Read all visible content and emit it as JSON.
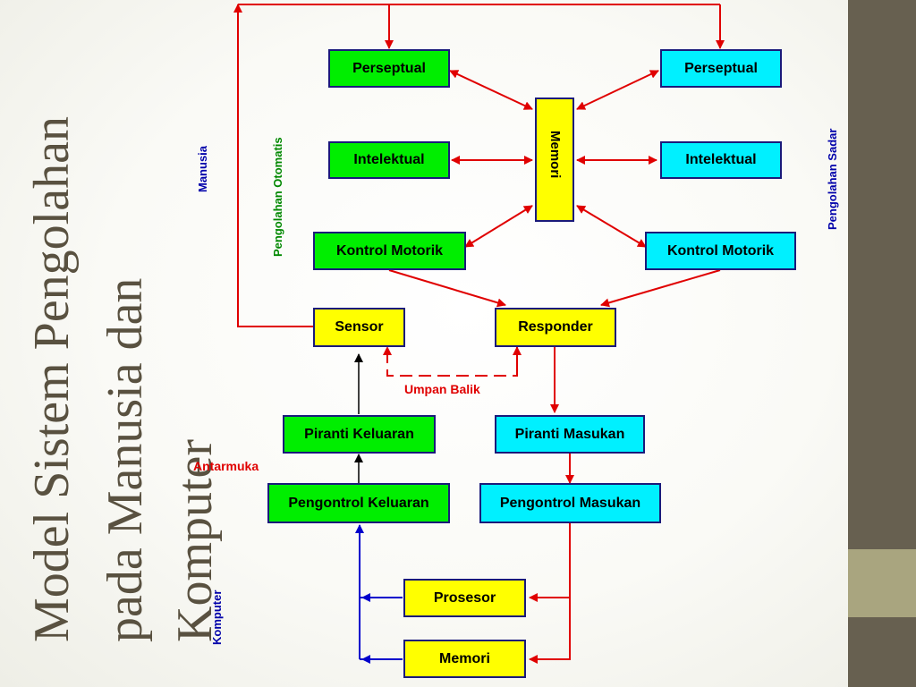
{
  "title": {
    "line1": "Model Sistem Pengolahan",
    "line2": "pada Manusia dan",
    "line3": "Komputer"
  },
  "labels": {
    "manusia": "Manusia",
    "pengolahan_otomatis": "Pengolahan Otomatis",
    "pengolahan_sadar": "Pengolahan Sadar",
    "umpan_balik": "Umpan Balik",
    "antarmuka": "Antarmuka",
    "komputer": "Komputer"
  },
  "nodes": {
    "perseptual_left": "Perseptual",
    "perseptual_right": "Perseptual",
    "intelektual_left": "Intelektual",
    "intelektual_right": "Intelektual",
    "kontrol_motorik_left": "Kontrol Motorik",
    "kontrol_motorik_right": "Kontrol Motorik",
    "memori_center": "Memori",
    "sensor": "Sensor",
    "responder": "Responder",
    "piranti_keluaran": "Piranti Keluaran",
    "piranti_masukan": "Piranti Masukan",
    "pengontrol_keluaran": "Pengontrol Keluaran",
    "pengontrol_masukan": "Pengontrol Masukan",
    "prosesor": "Prosesor",
    "memori_bottom": "Memori"
  },
  "colors": {
    "green": "#00ee00",
    "cyan": "#00f0ff",
    "yellow": "#ffff00",
    "arrow_red": "#e00000",
    "arrow_blue": "#0000cc",
    "arrow_black": "#000000",
    "title_text": "#595140",
    "side_band": "#676050",
    "side_band_accent": "#a9a57f"
  }
}
